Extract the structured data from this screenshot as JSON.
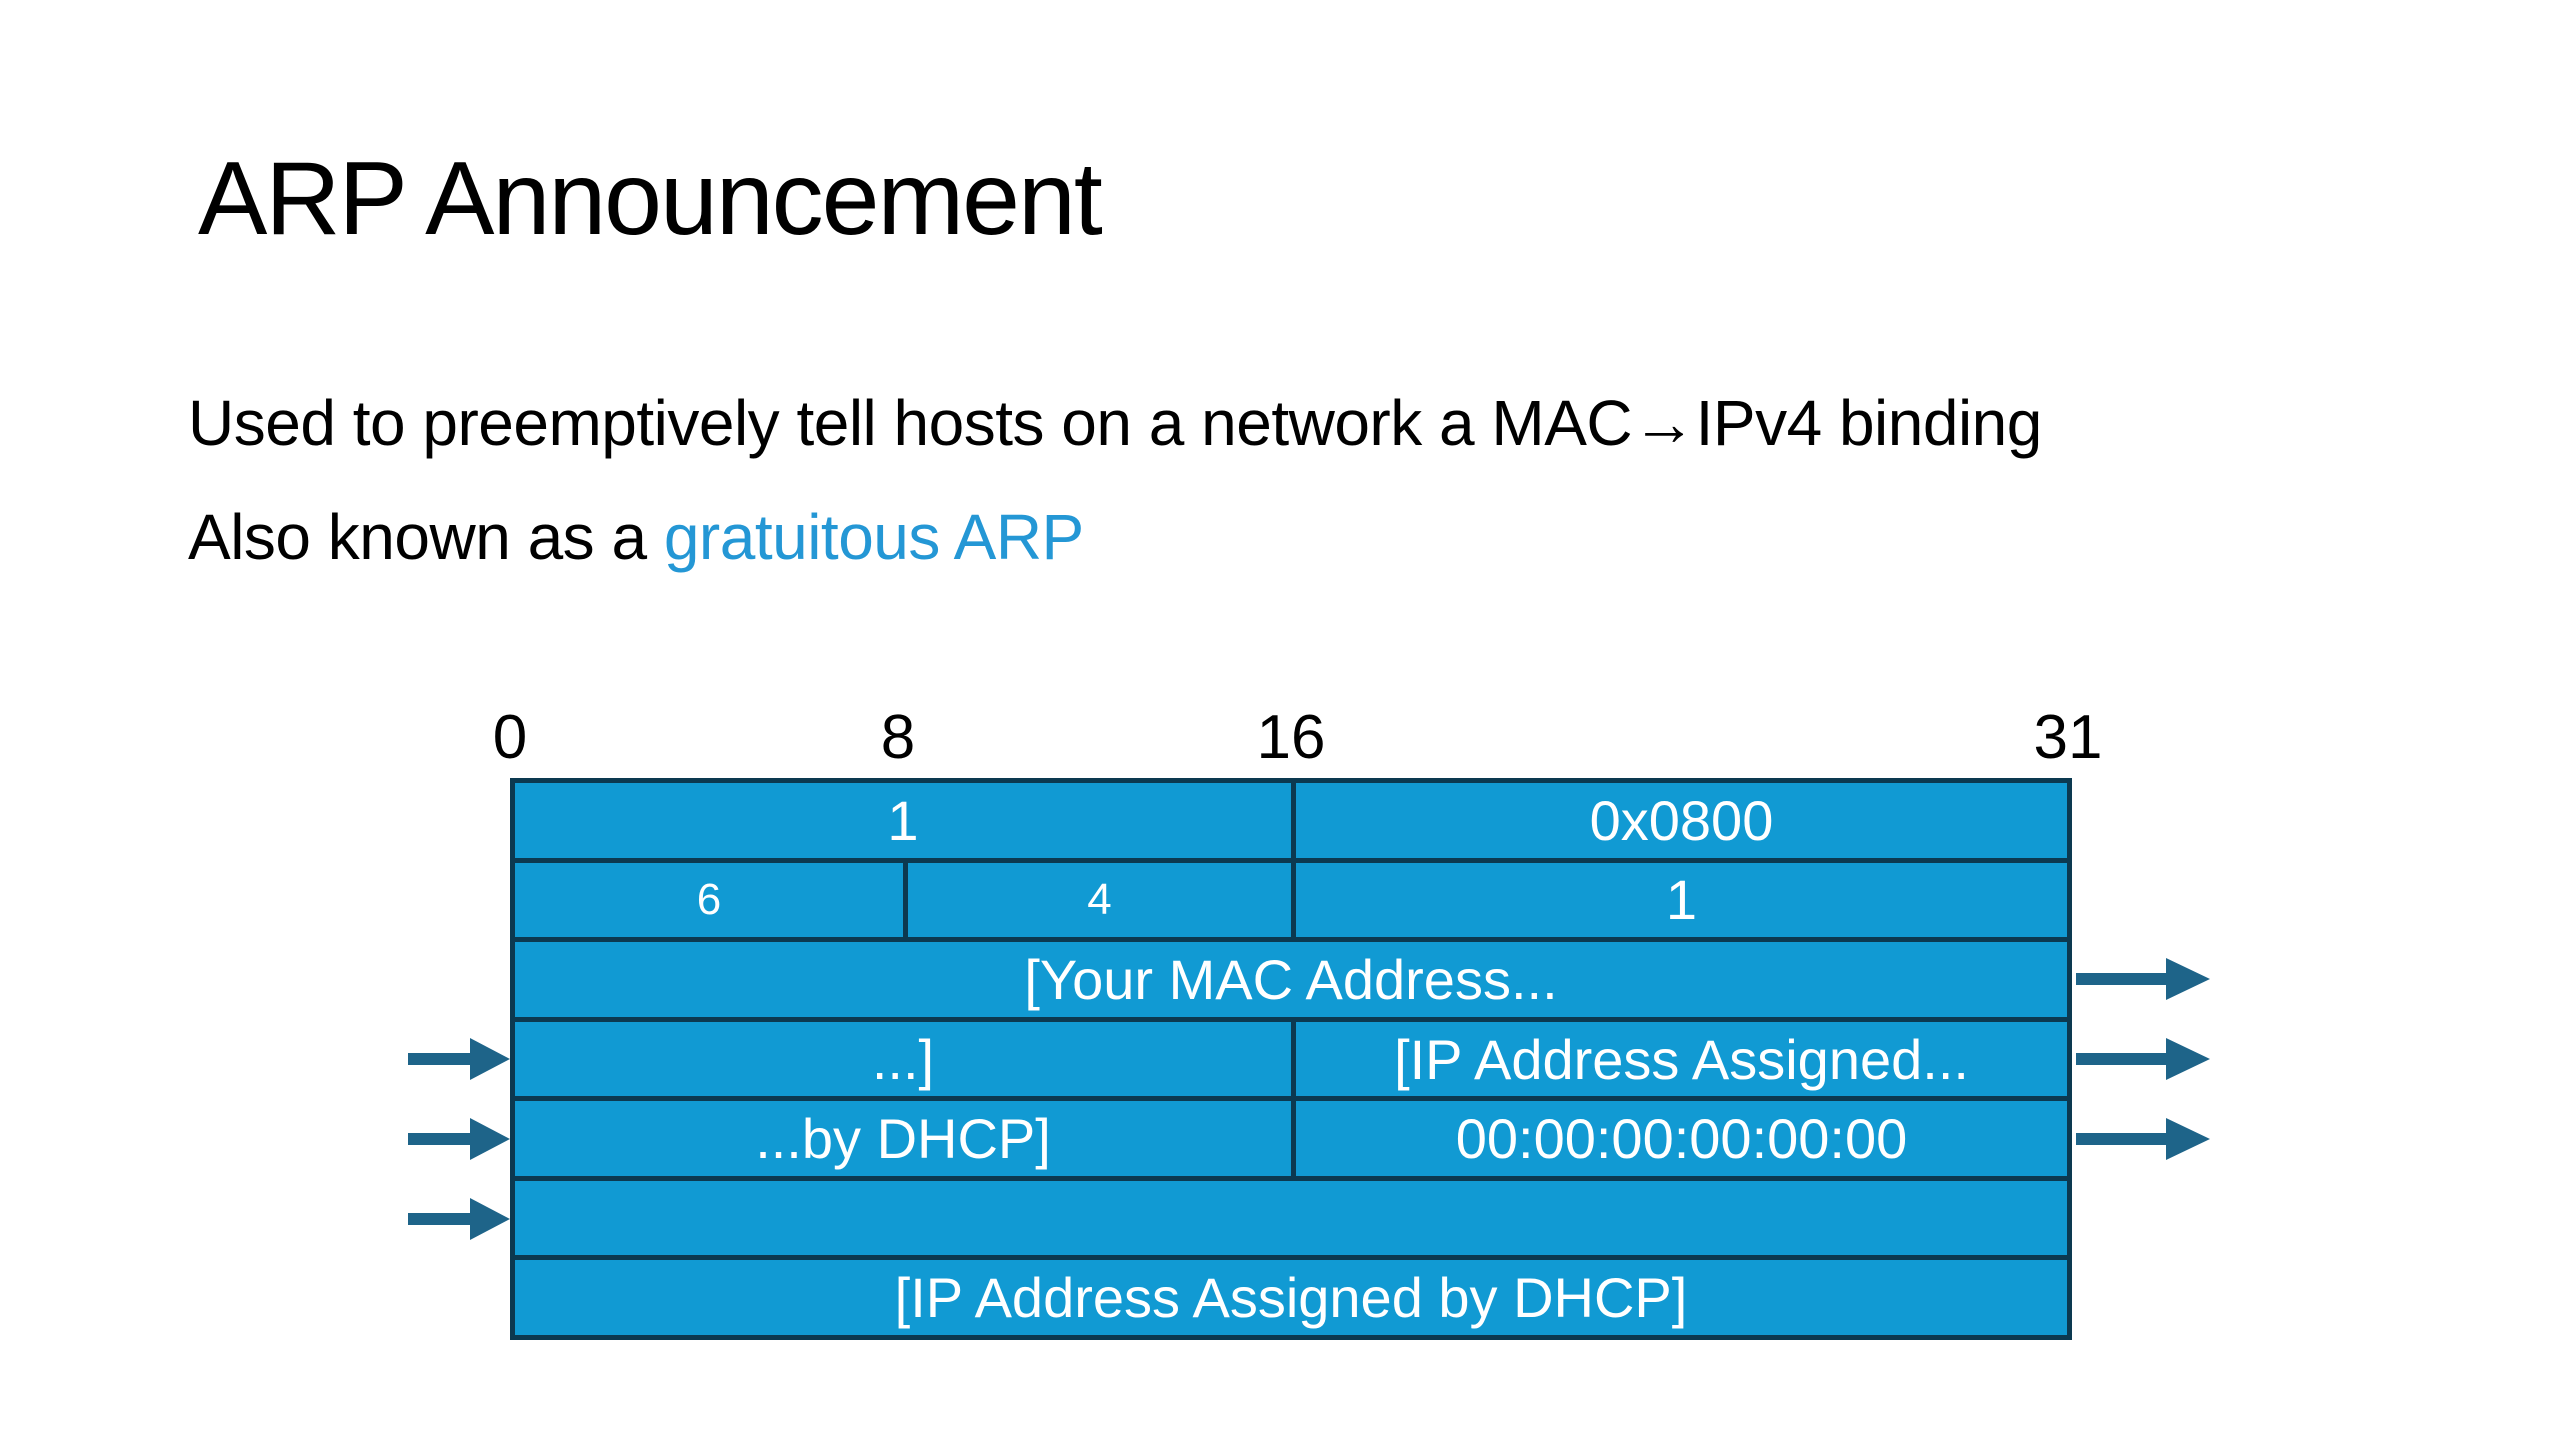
{
  "title": "ARP Announcement",
  "body": {
    "line1": "Used to preemptively tell hosts on a network a MAC→IPv4 binding",
    "line2_black": "Also known as a ",
    "line2_blue": "gratuitous ARP"
  },
  "diagram": {
    "bit_labels": [
      "0",
      "8",
      "16",
      "31"
    ],
    "rows": [
      [
        "1",
        "0x0800"
      ],
      [
        "6",
        "4",
        "1"
      ],
      [
        "[Your MAC Address..."
      ],
      [
        "...]",
        "[IP Address Assigned..."
      ],
      [
        "...by DHCP]",
        "00:00:00:00:00:00"
      ],
      [
        ""
      ],
      [
        "[IP Address Assigned by DHCP]"
      ]
    ],
    "arrows": {
      "left_at_rows": [
        4,
        5,
        6
      ],
      "right_at_rows": [
        3,
        4,
        5
      ]
    }
  },
  "colors": {
    "background": "#ffffff",
    "text": "#000000",
    "accent_blue": "#2497d5",
    "cell_fill": "#119ad3",
    "cell_border": "#0c3950",
    "arrow": "#1e6489",
    "cell_text": "#ffffff"
  }
}
